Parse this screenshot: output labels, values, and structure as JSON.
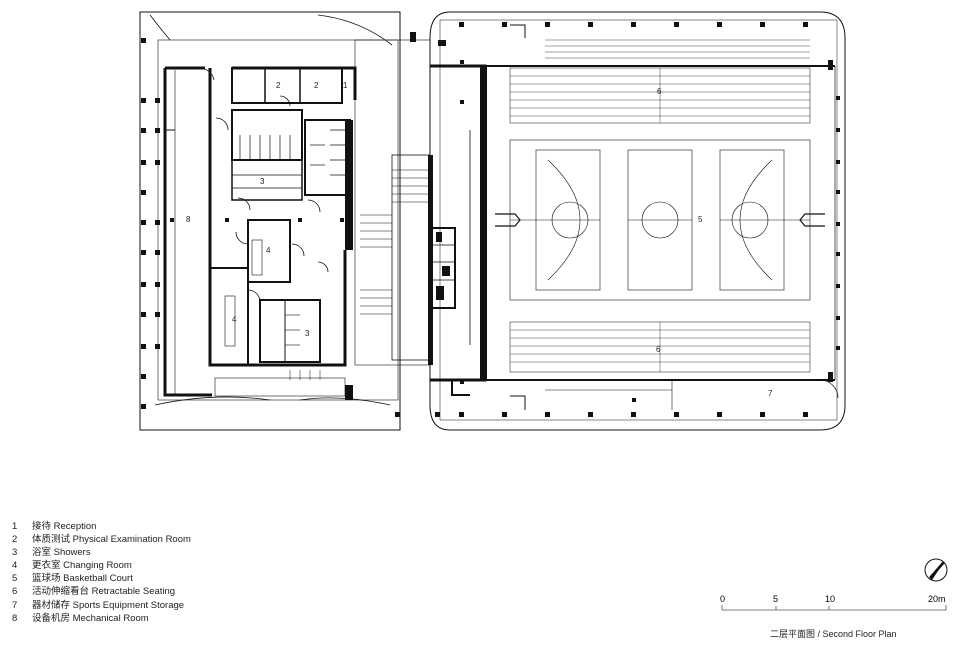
{
  "room_labels": {
    "r1": "1",
    "r2a": "2",
    "r2b": "2",
    "r3a": "3",
    "r3b": "3",
    "r4a": "4",
    "r4b": "4",
    "r5": "5",
    "r6a": "6",
    "r6b": "6",
    "r7": "7",
    "r8": "8"
  },
  "legend": [
    {
      "num": "1",
      "label": "接待 Reception"
    },
    {
      "num": "2",
      "label": "体质测试 Physical Examination Room"
    },
    {
      "num": "3",
      "label": "浴室 Showers"
    },
    {
      "num": "4",
      "label": "更衣室 Changing Room"
    },
    {
      "num": "5",
      "label": "篮球场 Basketball Court"
    },
    {
      "num": "6",
      "label": "活动伸缩看台 Retractable Seating"
    },
    {
      "num": "7",
      "label": "器材储存 Sports Equipment Storage"
    },
    {
      "num": "8",
      "label": "设备机房 Mechanical Room"
    }
  ],
  "scale_bar": {
    "t0": "0",
    "t5": "5",
    "t10": "10",
    "t20": "20m"
  },
  "caption": "二层平面图 / Second Floor Plan"
}
